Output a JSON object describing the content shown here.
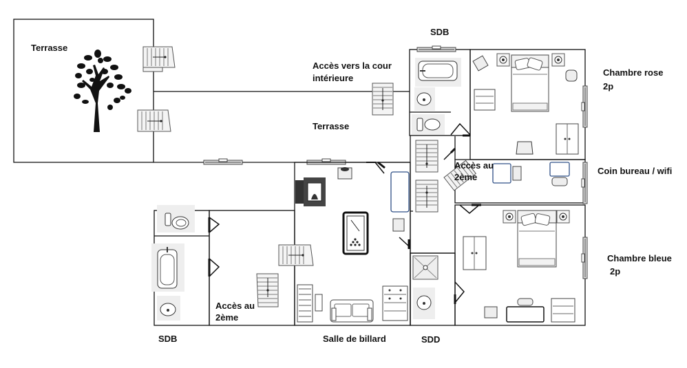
{
  "labels": {
    "terrasse_nw": "Terrasse",
    "acces_cour_1": "Accès vers la cour",
    "acces_cour_2": "intérieure",
    "terrasse_mid": "Terrasse",
    "sdb_top": "SDB",
    "chambre_rose_1": "Chambre rose",
    "chambre_rose_2": "2p",
    "acces_2eme_right_1": "Accès au",
    "acces_2eme_right_2": "2ème",
    "coin_bureau": "Coin bureau / wifi",
    "chambre_bleue_1": "Chambre bleue",
    "chambre_bleue_2": "2p",
    "acces_2eme_left_1": "Accès au",
    "acces_2eme_left_2": "2ème",
    "sdb_bottom": "SDB",
    "salle_billard": "Salle de billard",
    "sdd": "SDD"
  },
  "colors": {
    "wall": "#111111",
    "furniture": "#333333",
    "accent_blue": "#2e4f86",
    "bg": "#ffffff"
  },
  "icons": {
    "tree": "tree-icon",
    "stairs": "stairs-icon",
    "bed": "double-bed-icon",
    "billiard": "billiard-table-icon",
    "toilet": "toilet-icon",
    "bathtub": "bathtub-icon",
    "sink": "sink-icon",
    "shower": "shower-icon",
    "sofa": "sofa-icon",
    "piano": "piano-icon",
    "fireplace": "fireplace-icon",
    "wardrobe": "wardrobe-icon",
    "desk": "desk-icon",
    "chair": "chair-icon"
  }
}
